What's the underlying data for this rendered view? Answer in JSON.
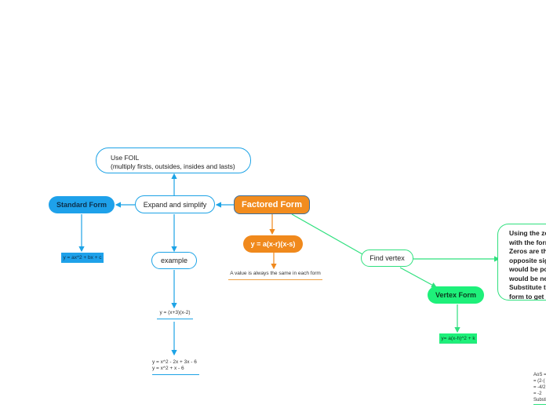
{
  "central": {
    "label": "Factored Form"
  },
  "equation_factored": {
    "label": "y = a(x-r)(x-s)"
  },
  "note_a": {
    "text": "A value is always the same in each form"
  },
  "expand": {
    "label": "Expand and simplify"
  },
  "foil": {
    "lines": [
      "Use FOIL",
      "(multiply firsts, outsides, insides and lasts)"
    ]
  },
  "standard_form": {
    "label": "Standard Form"
  },
  "standard_equation": {
    "text": "y = ax^2 + bx + c"
  },
  "example": {
    "label": "example"
  },
  "example_equation": {
    "text": "y = (x+3)(x-2)"
  },
  "example_expanded": {
    "lines": [
      "y = x^2 - 2x + 3x - 6",
      "y = x^2 + x - 6"
    ]
  },
  "find_vertex": {
    "label": "Find vertex"
  },
  "vertex_steps": {
    "lines": [
      "Using the ze",
      "with the form",
      "Zeros are th",
      "opposite sig",
      "would be po",
      "would be ne",
      "Substitute t",
      "form to get"
    ]
  },
  "vertex_form": {
    "label": "Vertex Form"
  },
  "vertex_equation": {
    "text": "y= a(x-h)^2 + k"
  },
  "aos_note": {
    "lines": [
      "AoS =",
      "= (2-(",
      "= -4/2",
      "= -2",
      "Substi"
    ]
  },
  "colors": {
    "blue": "#1da3e6",
    "orange": "#f0891c",
    "green": "#2fe07e"
  }
}
